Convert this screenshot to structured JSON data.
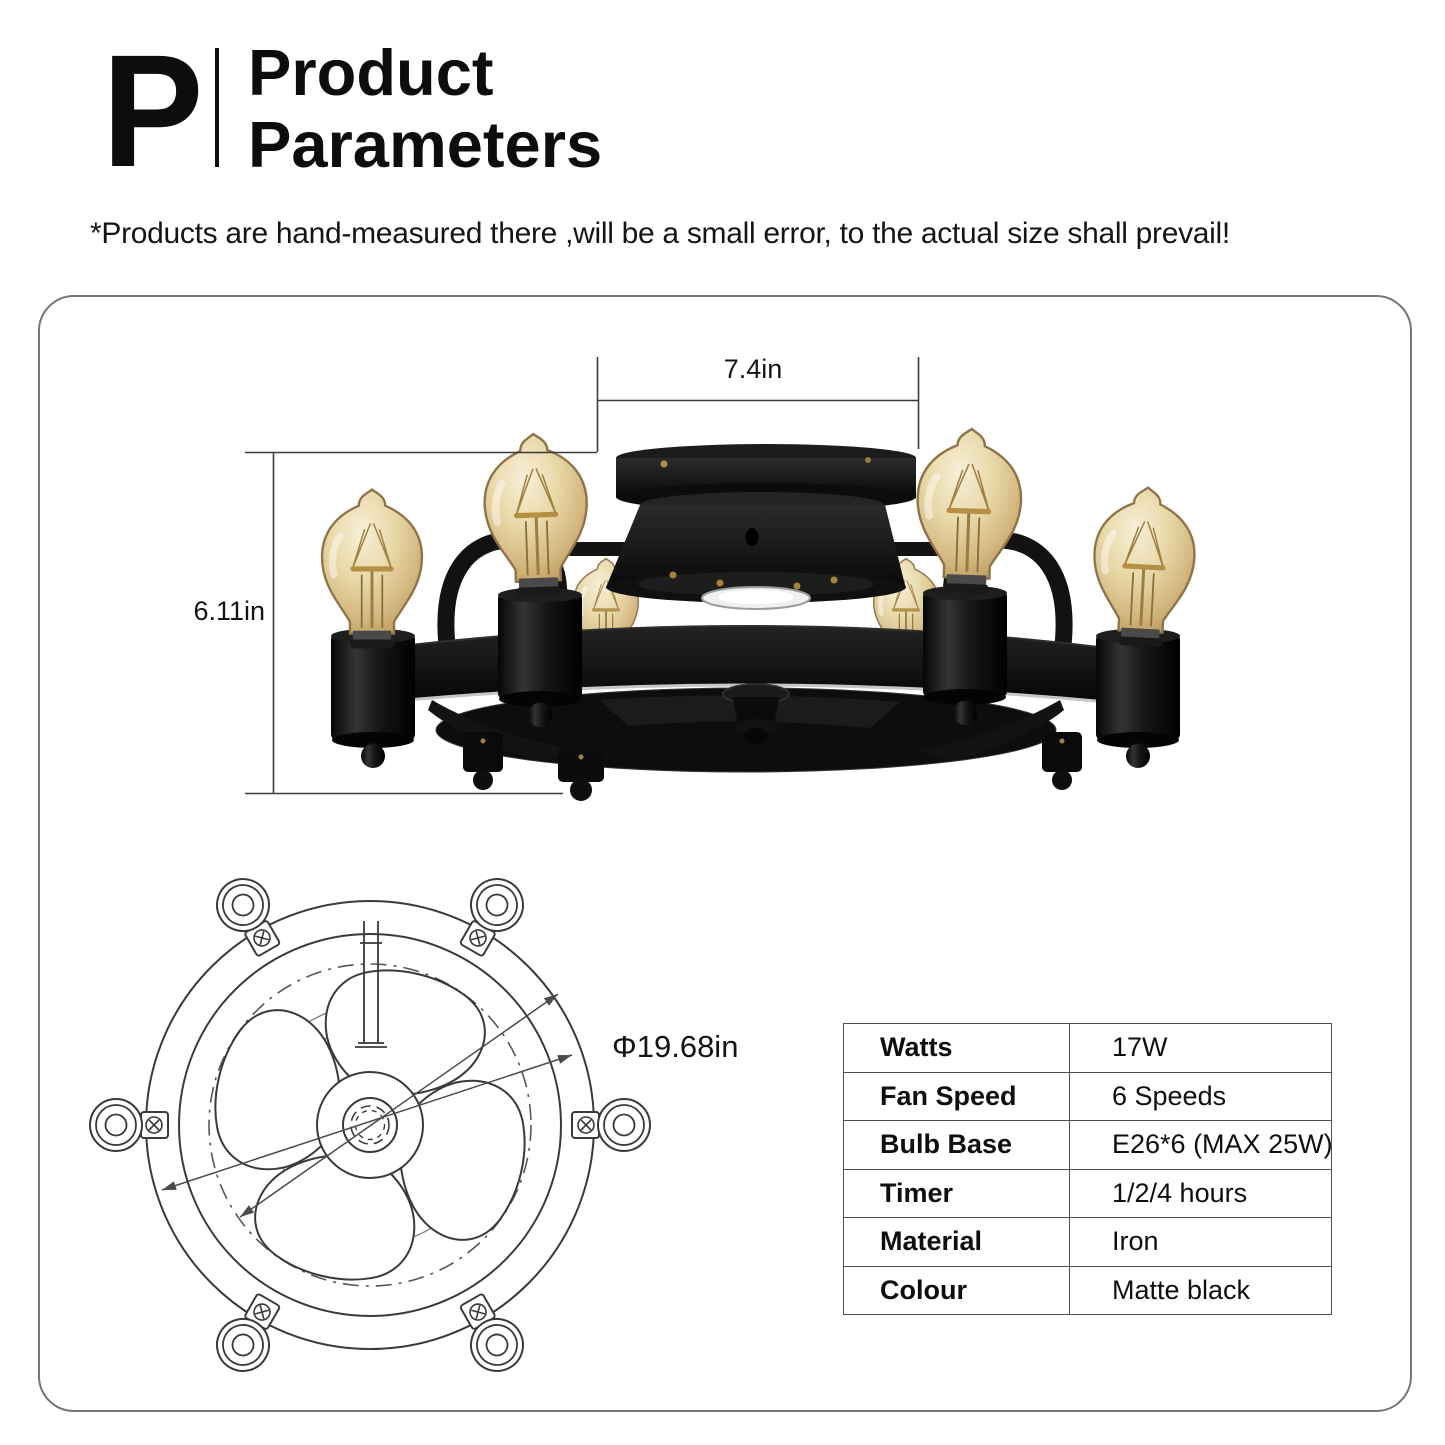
{
  "header": {
    "letter": "P",
    "title_line1": "Product",
    "title_line2": "Parameters",
    "disclaimer": "*Products are hand-measured there ,will be a small error, to the actual size shall prevail!"
  },
  "product": {
    "dimensions": {
      "width_label": "7.4in",
      "height_label": "6.11in",
      "diameter_label": "Φ19.68in"
    }
  },
  "specs": {
    "rows": [
      {
        "label": "Watts",
        "value": "17W"
      },
      {
        "label": "Fan Speed",
        "value": "6 Speeds"
      },
      {
        "label": "Bulb Base",
        "value": "E26*6 (MAX 25W)"
      },
      {
        "label": "Timer",
        "value": "1/2/4 hours"
      },
      {
        "label": "Material",
        "value": "Iron"
      },
      {
        "label": "Colour",
        "value": "Matte black"
      }
    ]
  },
  "colors": {
    "fixture_black": "#141414",
    "bulb_glass": "#e9d9a9",
    "filament_gold": "#b59044",
    "line_art": "#3a3a3a",
    "dimension_line": "#3c3c3c",
    "table_border": "#4f4f4f",
    "frame_border": "#767676",
    "background": "#ffffff"
  }
}
